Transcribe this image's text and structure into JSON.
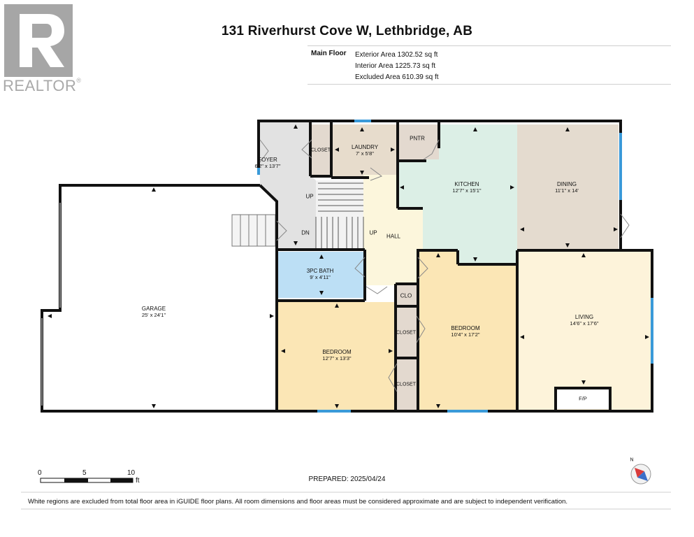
{
  "header": {
    "address": "131 Riverhurst Cove W, Lethbridge, AB",
    "floor_label": "Main Floor",
    "exterior_area": "Exterior Area 1302.52 sq ft",
    "interior_area": "Interior Area 1225.73 sq ft",
    "excluded_area": "Excluded Area 610.39 sq ft"
  },
  "brand": {
    "name": "REALTOR",
    "mark": "®"
  },
  "rooms": {
    "foyer": {
      "name": "FOYER",
      "dims": "6'2\" x 13'7\""
    },
    "closet_foyer": {
      "name": "CLOSET"
    },
    "laundry": {
      "name": "LAUNDRY",
      "dims": "7' x 5'8\""
    },
    "pantry": {
      "name": "PNTR"
    },
    "kitchen": {
      "name": "KITCHEN",
      "dims": "12'7\" x 15'1\""
    },
    "dining": {
      "name": "DINING",
      "dims": "11'1\" x 14'"
    },
    "garage": {
      "name": "GARAGE",
      "dims": "25' x 24'1\""
    },
    "hall": {
      "name": "HALL"
    },
    "bath": {
      "name": "3PC BATH",
      "dims": "9' x 4'11\""
    },
    "clo": {
      "name": "CLO"
    },
    "bedroom1": {
      "name": "BEDROOM",
      "dims": "12'7\" x 13'3\""
    },
    "closet_b1a": {
      "name": "CLOSET"
    },
    "closet_b1b": {
      "name": "CLOSET"
    },
    "bedroom2": {
      "name": "BEDROOM",
      "dims": "10'4\" x 17'2\""
    },
    "living": {
      "name": "LIVING",
      "dims": "14'6\" x 17'6\""
    },
    "fireplace": {
      "name": "F/P"
    }
  },
  "stairs": {
    "up1": "UP",
    "dn": "DN",
    "up2": "UP"
  },
  "scale": {
    "zero": "0",
    "five": "5",
    "ten": "10",
    "unit": "ft"
  },
  "compass": {
    "north": "N"
  },
  "footer": {
    "prepared": "PREPARED: 2025/04/24",
    "disclaimer": "White regions are excluded from total floor area in iGUIDE floor plans. All room dimensions and floor areas must be considered approximate and are subject to independent verification."
  },
  "colors": {
    "wall": "#111111",
    "window": "#3a9ad9",
    "foyer": "#e2e2e2",
    "closet": "#e3d9cf",
    "laundry": "#e7dccc",
    "kitchen": "#dcefe6",
    "dining": "#e4dbcf",
    "hall": "#fcf6dc",
    "bath": "#bcdff5",
    "bedroom": "#fbe6b5",
    "living": "#fdf3da",
    "garage": "#ffffff"
  }
}
